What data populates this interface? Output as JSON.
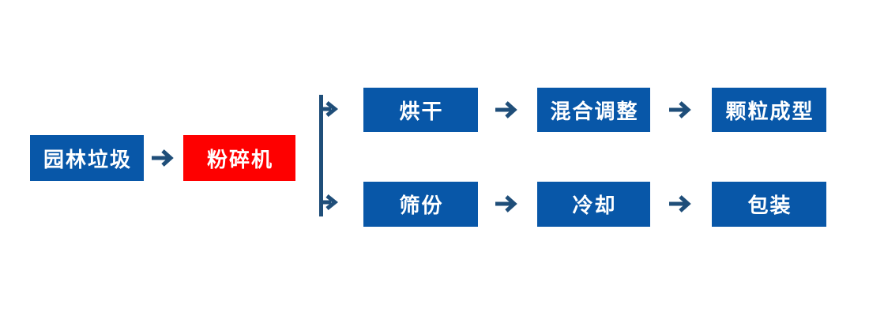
{
  "diagram": {
    "type": "flowchart",
    "nodes": {
      "source": "园林垃圾",
      "crusher": "粉碎机",
      "branch_top": [
        "烘干",
        "混合调整",
        "颗粒成型"
      ],
      "branch_bottom": [
        "筛份",
        "冷却",
        "包装"
      ]
    },
    "colors": {
      "box_blue": "#0857a8",
      "box_red": "#fe0000",
      "arrow": "#1f4e79",
      "text": "#ffffff",
      "background": "#ffffff"
    }
  }
}
